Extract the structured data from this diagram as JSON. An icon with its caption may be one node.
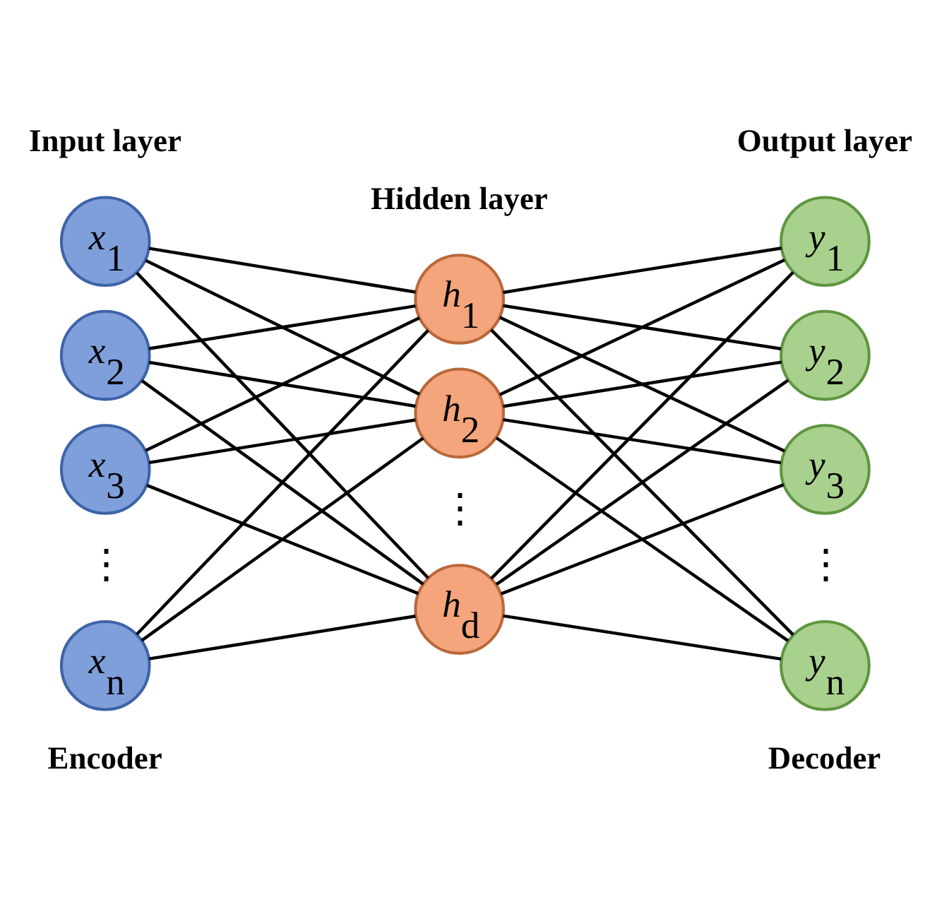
{
  "diagram": {
    "nodes": [
      {
        "text": [
          "x$_{1}$"
        ]
      },
      {
        "text": [
          "x$_{2}$"
        ]
      },
      {
        "text": [
          "x$_{3}$"
        ]
      },
      {
        "text": [
          "x$_{n}$"
        ]
      },
      {
        "text": [
          "h$_{1}$"
        ]
      },
      {
        "text": [
          "h$_{2}$"
        ]
      },
      {
        "text": [
          "h$_{d}$"
        ]
      },
      {
        "text": [
          "y$_{1}$"
        ]
      },
      {
        "text": [
          "y$_{2}$"
        ]
      },
      {
        "text": [
          "y$_{3}$"
        ]
      },
      {
        "text": [
          "y$_{n}$"
        ]
      }
    ],
    "edges": [
      {
        "from": 0,
        "to": 4,
        "arrow": "none"
      },
      {
        "from": 0,
        "to": 5,
        "arrow": "none"
      },
      {
        "from": 0,
        "to": 6,
        "arrow": "none"
      },
      {
        "from": 1,
        "to": 4,
        "arrow": "none"
      },
      {
        "from": 1,
        "to": 5,
        "arrow": "none"
      },
      {
        "from": 1,
        "to": 6,
        "arrow": "none"
      },
      {
        "from": 2,
        "to": 4,
        "arrow": "none"
      },
      {
        "from": 2,
        "to": 5,
        "arrow": "none"
      },
      {
        "from": 2,
        "to": 6,
        "arrow": "none"
      },
      {
        "from": 3,
        "to": 4,
        "arrow": "none"
      },
      {
        "from": 3,
        "to": 5,
        "arrow": "none"
      },
      {
        "from": 3,
        "to": 6,
        "arrow": "none"
      },
      {
        "from": 4,
        "to": 7,
        "arrow": "none"
      },
      {
        "from": 4,
        "to": 8,
        "arrow": "none"
      },
      {
        "from": 4,
        "to": 9,
        "arrow": "none"
      },
      {
        "from": 4,
        "to": 10,
        "arrow": "none"
      },
      {
        "from": 5,
        "to": 7,
        "arrow": "none"
      },
      {
        "from": 5,
        "to": 8,
        "arrow": "none"
      },
      {
        "from": 5,
        "to": 9,
        "arrow": "none"
      },
      {
        "from": 5,
        "to": 10,
        "arrow": "none"
      },
      {
        "from": 6,
        "to": 7,
        "arrow": "none"
      },
      {
        "from": 6,
        "to": 8,
        "arrow": "none"
      },
      {
        "from": 6,
        "to": 9,
        "arrow": "none"
      },
      {
        "from": 6,
        "to": 10,
        "arrow": "none"
      }
    ],
    "labels": [
      "Input layer",
      "Hidden layer",
      "Output layer",
      "⋮",
      "⋮",
      "⋮",
      "Encoder",
      "Decoder"
    ]
  }
}
